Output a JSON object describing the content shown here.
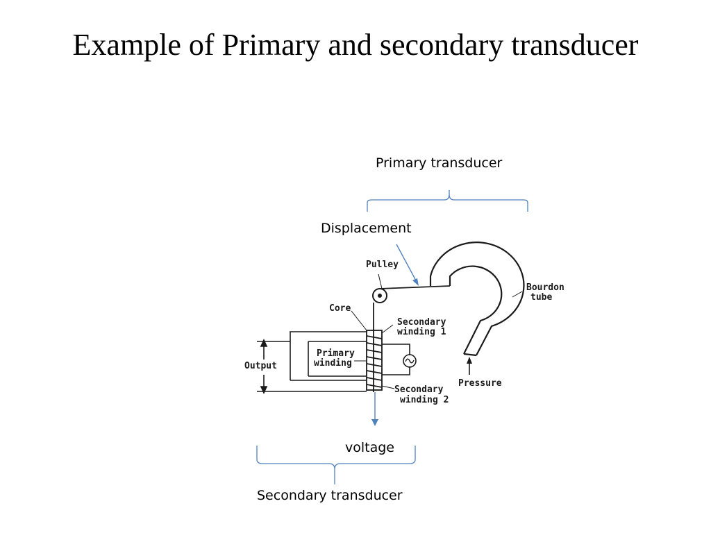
{
  "slide": {
    "title": "Example of Primary and secondary transducer"
  },
  "annotations": {
    "primary_transducer": "Primary transducer",
    "displacement": "Displacement",
    "voltage": "voltage",
    "secondary_transducer": "Secondary transducer"
  },
  "diagram_labels": {
    "pulley": "Pulley",
    "bourdon_tube_line1": "Bourdon",
    "bourdon_tube_line2": "tube",
    "core": "Core",
    "secondary_winding_1_line1": "Secondary",
    "secondary_winding_1_line2": "winding 1",
    "primary_winding_line1": "Primary",
    "primary_winding_line2": "winding",
    "output": "Output",
    "pressure": "Pressure",
    "secondary_winding_2_line1": "Secondary",
    "secondary_winding_2_line2": "winding 2"
  },
  "colors": {
    "annotation_blue": "#4f81bd",
    "ink": "#1a1a1a"
  }
}
